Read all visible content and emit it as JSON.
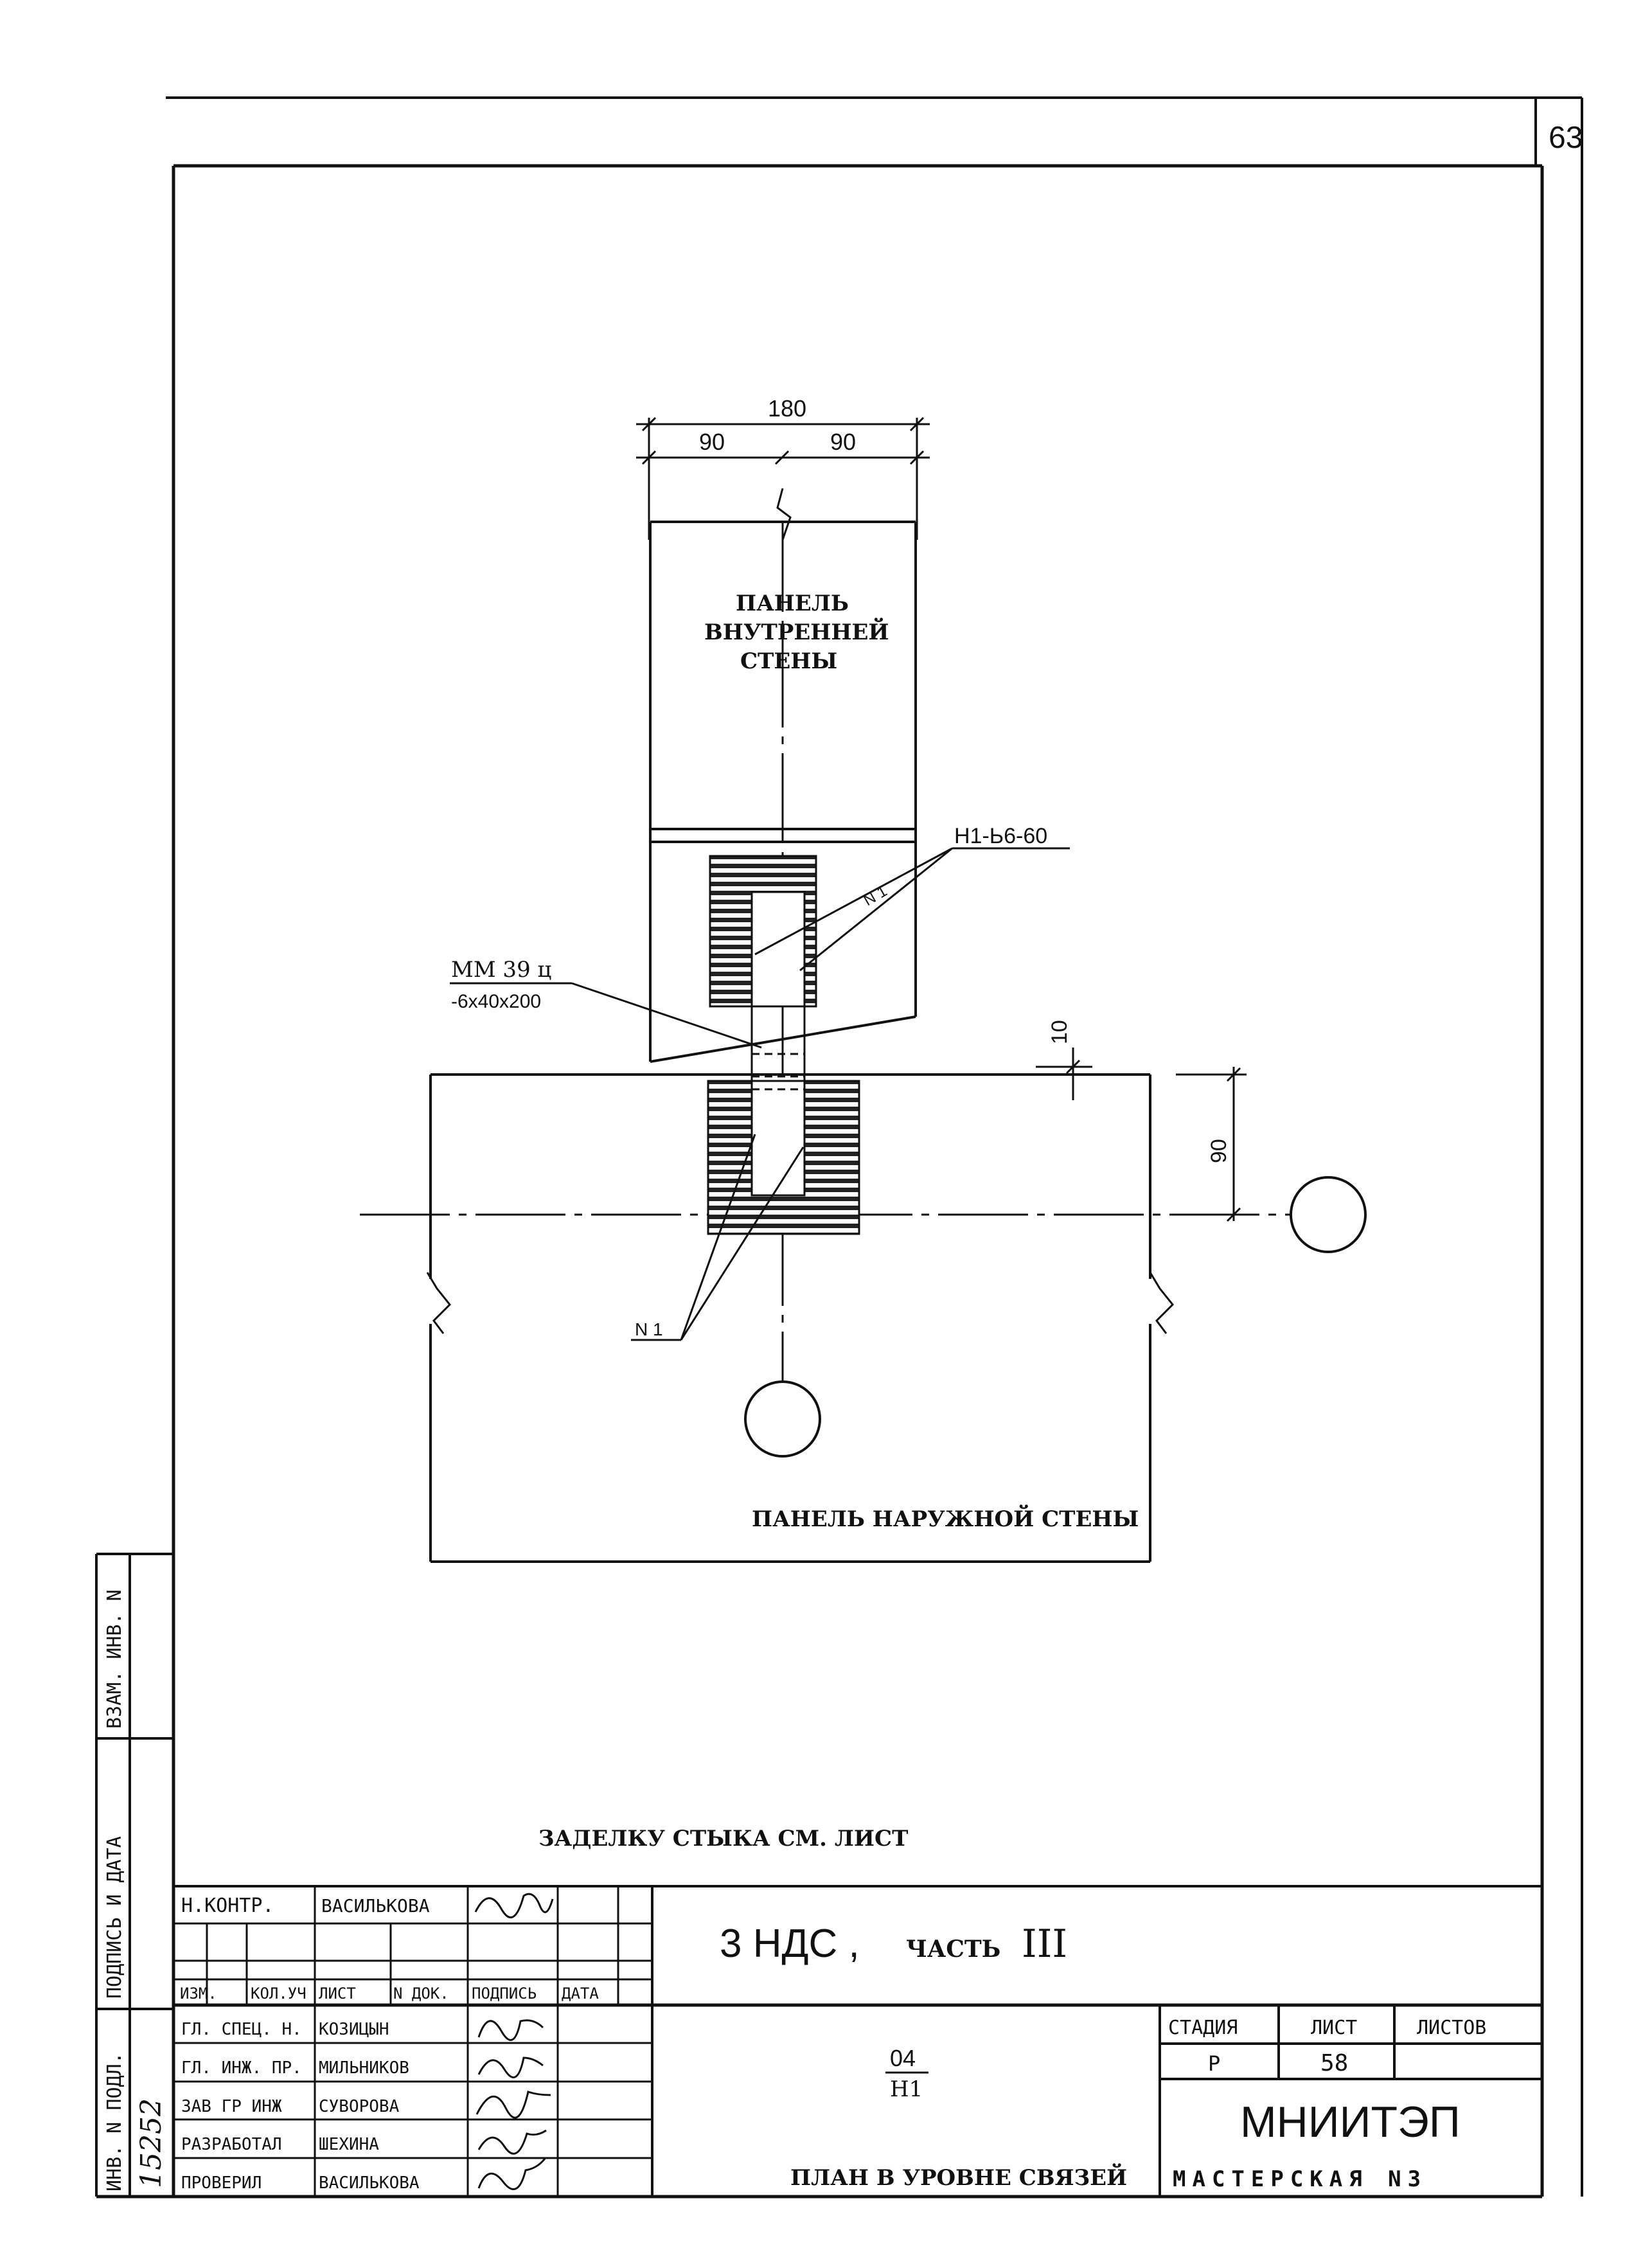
{
  "page_number": "63",
  "dimensions": {
    "total_width": "180",
    "left_half": "90",
    "right_half": "90",
    "gap": "10",
    "offset": "90"
  },
  "labels": {
    "inner_wall_line1": "ПАНЕЛЬ",
    "inner_wall_line2": "ВНУТРЕННЕЙ",
    "inner_wall_line3": "СТЕНЫ",
    "outer_wall": "ПАНЕЛЬ НАРУЖНОЙ СТЕНЫ",
    "tie_mark": "Н1-Ь6-60",
    "n1_upper": "N 1",
    "n1_lower": "N 1",
    "embedded_part_code": "ММ 39 ц",
    "embedded_part_size": "-6х40х200",
    "joint_note": "ЗАДЕЛКУ СТЫКА СМ. ЛИСТ"
  },
  "side_stamp": {
    "vzam_inv": "ВЗАМ. ИНВ. N",
    "podpis_data": "ПОДПИСЬ И ДАТА",
    "inv_podl": "ИНВ. N ПОДЛ.",
    "inv_number": "15252"
  },
  "title_block": {
    "n_kontr_role": "Н.КОНТР.",
    "n_kontr_name": "ВАСИЛЬКОВА",
    "header": {
      "izm": "ИЗМ.",
      "kol_uch": "КОЛ.УЧ",
      "list": "ЛИСТ",
      "n_dok": "N ДОК.",
      "podpis": "ПОДПИСЬ",
      "data": "ДАТА"
    },
    "signers": [
      {
        "role": "ГЛ. СПЕЦ. Н.",
        "name": "КОЗИЦЫН"
      },
      {
        "role": "ГЛ. ИНЖ. ПР.",
        "name": "МИЛЬНИКОВ"
      },
      {
        "role": "ЗАВ ГР ИНЖ",
        "name": "СУВОРОВА"
      },
      {
        "role": "РАЗРАБОТАЛ",
        "name": "ШЕХИНА"
      },
      {
        "role": "ПРОВЕРИЛ",
        "name": "ВАСИЛЬКОВА"
      }
    ],
    "project_code": "3 НДС ,",
    "project_part_word": "ЧАСТЬ",
    "project_part_num": "III",
    "sheet_code_top": "04",
    "sheet_code_bottom": "Н1",
    "sheet_title": "ПЛАН В УРОВНЕ СВЯЗЕЙ",
    "stage_label": "СТАДИЯ",
    "list_label": "ЛИСТ",
    "listov_label": "ЛИСТОВ",
    "stage_value": "Р",
    "list_value": "58",
    "listov_value": "",
    "org_name": "МНИИТЭП",
    "org_workshop": "МАСТЕРСКАЯ N3"
  }
}
